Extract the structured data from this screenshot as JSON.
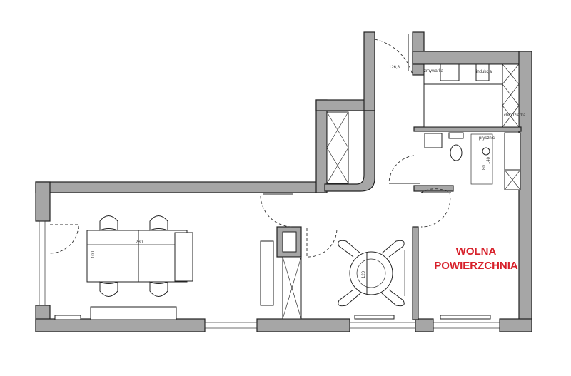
{
  "labels": {
    "door_width": "126,8",
    "dishwasher": "zmywarka",
    "induction": "indukcja",
    "fridge": "chłodziarka",
    "shower": "prysznic",
    "shower_len": "140",
    "shower_wid": "80",
    "table_len": "280",
    "table_wid": "100",
    "round_table": "120"
  },
  "free_space": {
    "line1": "WOLNA",
    "line2": "POWIERZCHNIA",
    "color": "#d7202a"
  }
}
